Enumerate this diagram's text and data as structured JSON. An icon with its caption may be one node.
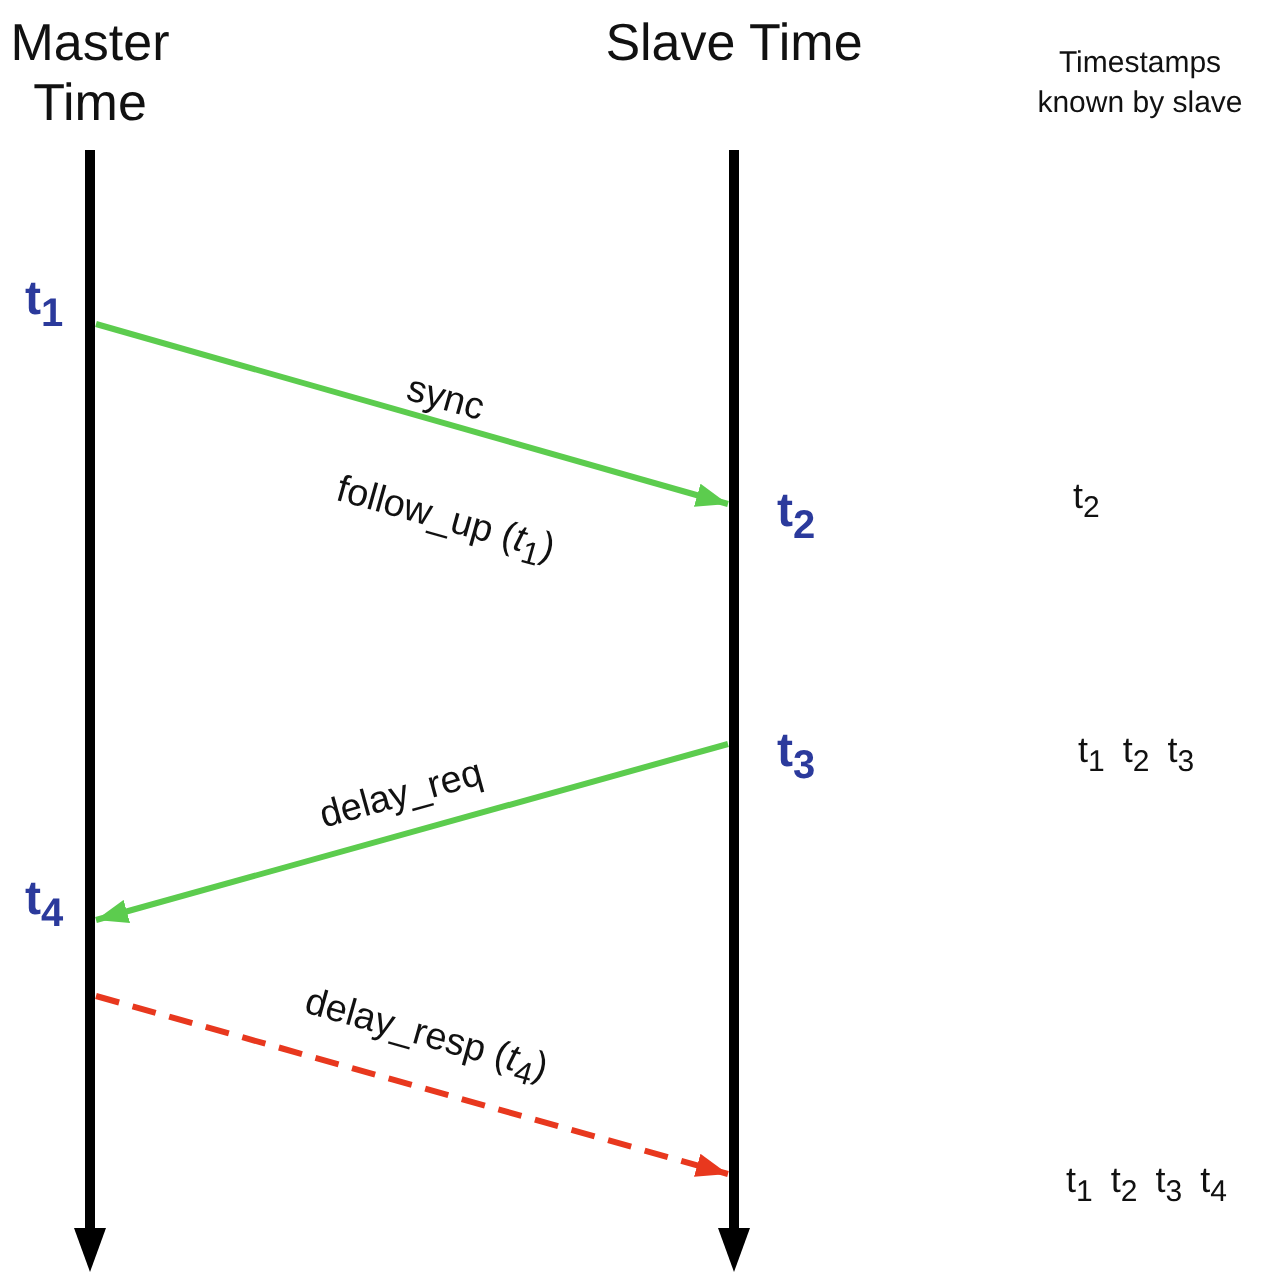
{
  "diagram": {
    "nodes": [
      {
        "text": [
          "Master Time"
        ]
      },
      {
        "text": [
          "Slave Time"
        ]
      }
    ],
    "edges": [
      {
        "from": 0,
        "to": 1,
        "arrow": "to",
        "label": "sync"
      },
      {
        "from": 1,
        "to": 0,
        "arrow": "to",
        "label": "delay_req"
      },
      {
        "from": 0,
        "to": 1,
        "arrow": "to",
        "label": "delay_resp (*t*$_{4}$)",
        "style": "dashed",
        "color": "#e8381e"
      }
    ],
    "labels": [
      "Timestamps known by slave",
      "t$_{1}$",
      "t$_{2}$",
      "t$_{2}$",
      "follow_up (*t*$_{1}$)",
      "t$_{3}$",
      "t$_{1}$ t$_{2}$ t$_{3}$",
      "t$_{4}$",
      "t$_{1}$ t$_{2}$ t$_{3}$ t$_{4}$"
    ]
  }
}
